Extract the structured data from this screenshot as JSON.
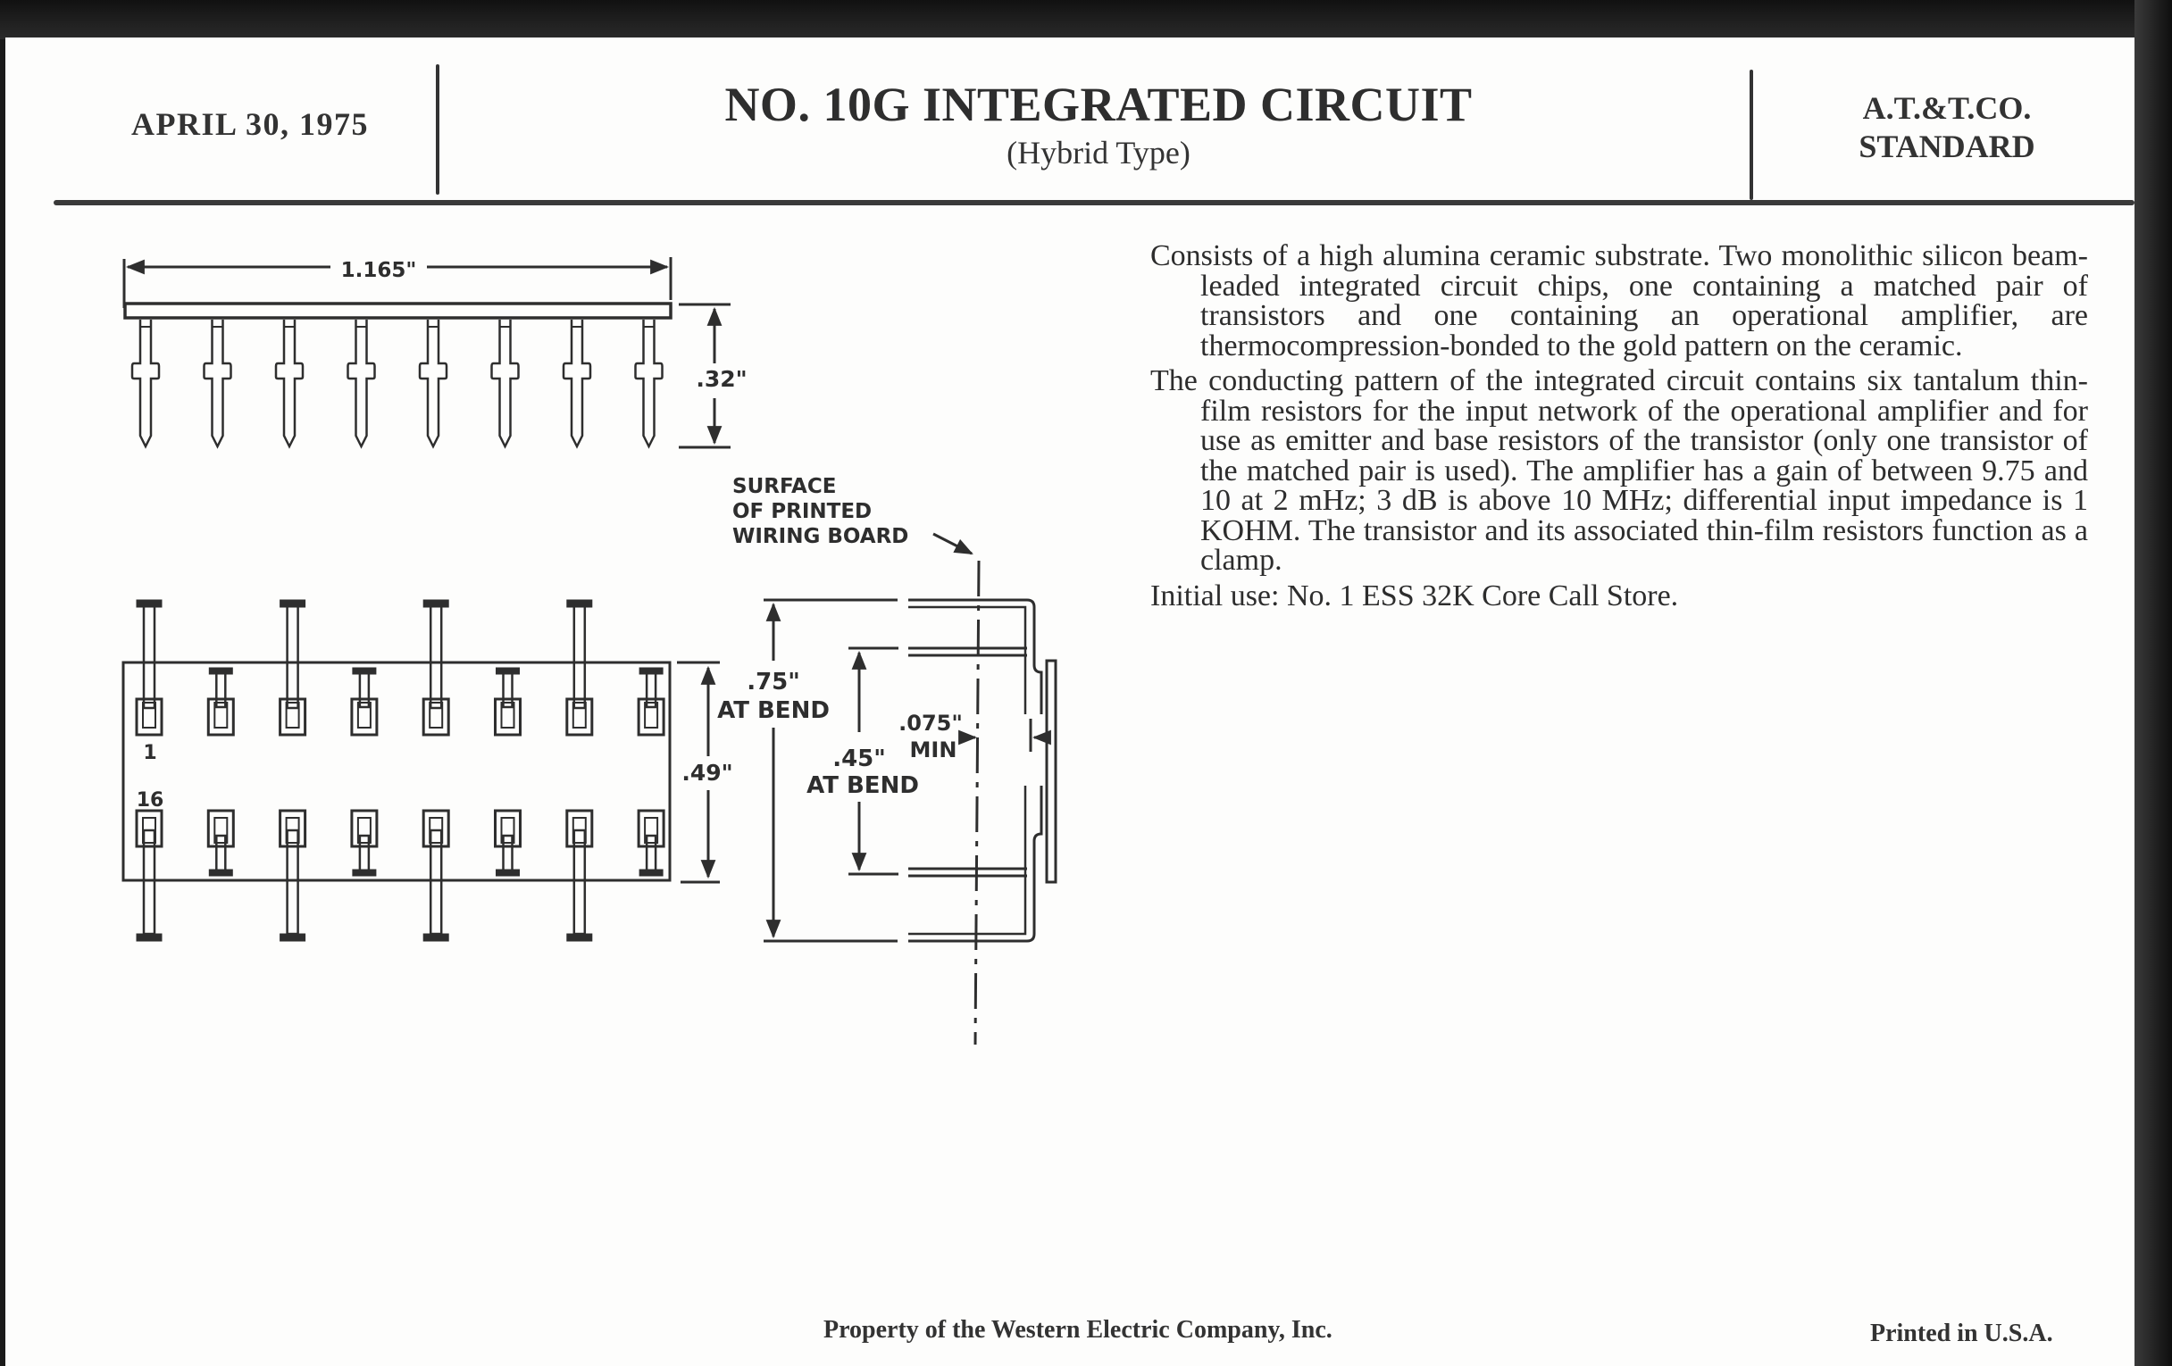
{
  "header": {
    "date": "APRIL 30, 1975",
    "title": "NO. 10G INTEGRATED CIRCUIT",
    "subtitle": "(Hybrid Type)",
    "standard_line1": "A.T.&T.CO.",
    "standard_line2": "STANDARD"
  },
  "description": {
    "paragraphs": [
      "Consists of a high alumina ceramic substrate. Two monolithic silicon beam-leaded integrated circuit chips, one containing a matched pair of transistors and one containing an operational amplifier, are thermocompression-bonded to the gold pattern on the ceramic.",
      "The conducting pattern of the integrated circuit contains six tantalum thin-film resistors for the input network of the operational amplifier and for use as emitter and base resistors of the transistor (only one transistor of the matched pair is used). The amplifier has a gain of between 9.75 and 10 at 2 mHz; 3 dB is above 10 MHz; differential input impedance is 1 KOHM. The transistor and its associated thin-film resistors function as a clamp.",
      "Initial use:  No. 1 ESS 32K Core Call Store."
    ]
  },
  "drawing": {
    "side_view": {
      "width_label": "1.165\"",
      "height_label": ".32\"",
      "pin_count_visible": 8
    },
    "top_view": {
      "height_label": ".49\"",
      "pin1_label": "1",
      "pin16_label": "16",
      "pins_per_row": 8
    },
    "end_view": {
      "surface_label_lines": [
        "SURFACE",
        "OF PRINTED",
        "WIRING BOARD"
      ],
      "outer_span_label": ".75\"",
      "outer_span_sub": "AT BEND",
      "inner_span_label": ".45\"",
      "inner_span_sub": "AT BEND",
      "standoff_label": ".075\"",
      "standoff_sub": "MIN"
    }
  },
  "footer": {
    "property": "Property of the Western Electric Company, Inc.",
    "printed": "Printed in U.S.A."
  }
}
